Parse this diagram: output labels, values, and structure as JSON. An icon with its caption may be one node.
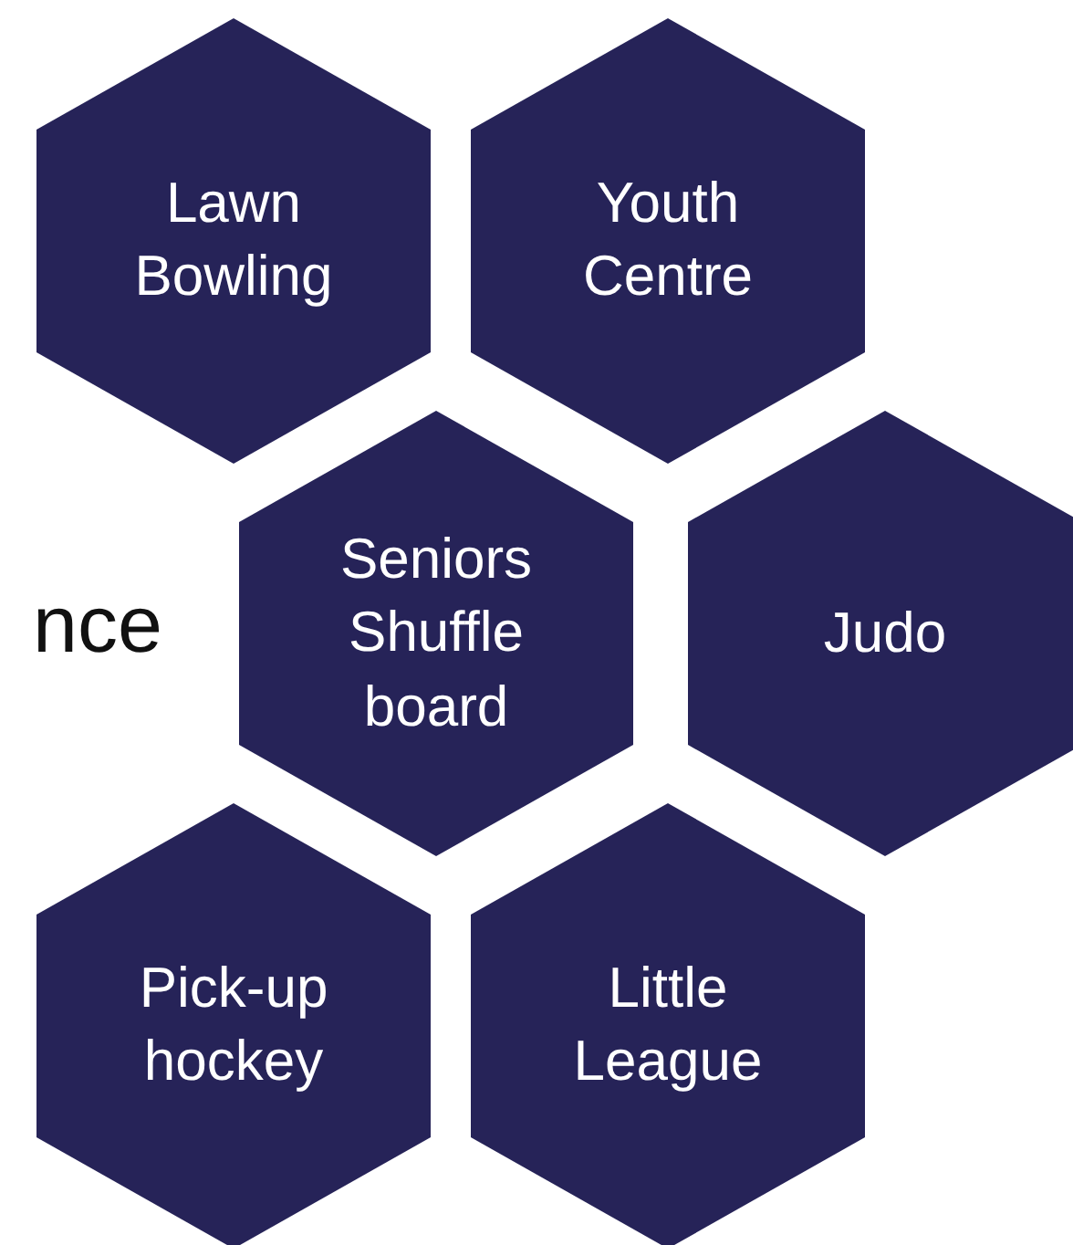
{
  "diagram": {
    "nodes": [
      {
        "text": [
          "Lawn Bowling"
        ]
      },
      {
        "text": [
          "Youth Centre"
        ]
      },
      {
        "text": [
          "Seniors Shuffle board"
        ]
      },
      {
        "text": [
          "Judo"
        ]
      },
      {
        "text": [
          "Pick-up hockey"
        ]
      },
      {
        "text": [
          "Little League"
        ]
      }
    ],
    "labels": [
      "nce"
    ]
  }
}
